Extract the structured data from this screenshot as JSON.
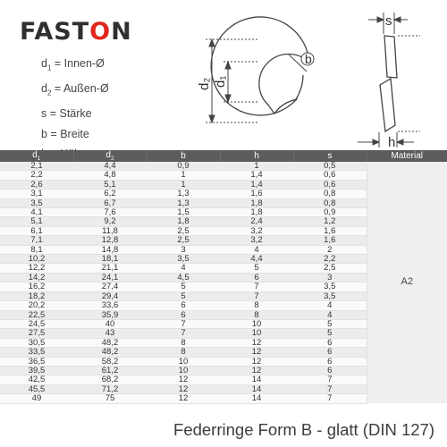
{
  "logo": {
    "text_before": "FAST",
    "accent_char": "O",
    "text_after": "N"
  },
  "legend": [
    {
      "sym": "d",
      "sub": "1",
      "text": " = Innen-Ø"
    },
    {
      "sym": "d",
      "sub": "2",
      "text": " = Außen-Ø"
    },
    {
      "sym": "s",
      "sub": "",
      "text": " = Stärke"
    },
    {
      "sym": "b",
      "sub": "",
      "text": " = Breite"
    },
    {
      "sym": "h",
      "sub": "",
      "text": " = Höhe"
    }
  ],
  "drawing_labels": {
    "d2": "d₂",
    "d1": "d₁",
    "b": "b",
    "s": "s",
    "h": "h"
  },
  "table": {
    "headers": [
      {
        "text": "d",
        "sub": "1"
      },
      {
        "text": "d",
        "sub": "2"
      },
      {
        "text": "b",
        "sub": ""
      },
      {
        "text": "h",
        "sub": ""
      },
      {
        "text": "s",
        "sub": ""
      },
      {
        "text": "Material",
        "sub": ""
      }
    ],
    "material": "A2",
    "rows": [
      [
        "2,1",
        "4,4",
        "0,9",
        "1",
        "0,5"
      ],
      [
        "2,2",
        "4,8",
        "1",
        "1,4",
        "0,6"
      ],
      [
        "2,6",
        "5,1",
        "1",
        "1,4",
        "0,6"
      ],
      [
        "3,1",
        "6,2",
        "1,3",
        "1,6",
        "0,8"
      ],
      [
        "3,5",
        "6,7",
        "1,3",
        "1,8",
        "0,8"
      ],
      [
        "4,1",
        "7,6",
        "1,5",
        "1,8",
        "0,9"
      ],
      [
        "5,1",
        "9,2",
        "1,8",
        "2,4",
        "1,2"
      ],
      [
        "6,1",
        "11,8",
        "2,5",
        "3,2",
        "1,6"
      ],
      [
        "7,1",
        "12,8",
        "2,5",
        "3,2",
        "1,6"
      ],
      [
        "8,1",
        "14,8",
        "3",
        "4",
        "2"
      ],
      [
        "10,2",
        "18,1",
        "3,5",
        "4,4",
        "2,2"
      ],
      [
        "12,2",
        "21,1",
        "4",
        "5",
        "2,5"
      ],
      [
        "14,2",
        "24,1",
        "4,5",
        "6",
        "3"
      ],
      [
        "16,2",
        "27,4",
        "5",
        "7",
        "3,5"
      ],
      [
        "18,2",
        "29,4",
        "5",
        "7",
        "3,5"
      ],
      [
        "20,2",
        "33,6",
        "6",
        "8",
        "4"
      ],
      [
        "22,5",
        "35,9",
        "6",
        "8",
        "4"
      ],
      [
        "24,5",
        "40",
        "7",
        "10",
        "5"
      ],
      [
        "27,5",
        "43",
        "7",
        "10",
        "5"
      ],
      [
        "30,5",
        "48,2",
        "8",
        "12",
        "6"
      ],
      [
        "33,5",
        "48,2",
        "8",
        "12",
        "6"
      ],
      [
        "36,5",
        "58,2",
        "10",
        "12",
        "6"
      ],
      [
        "39,5",
        "61,2",
        "10",
        "12",
        "6"
      ],
      [
        "42,5",
        "68,2",
        "12",
        "14",
        "7"
      ],
      [
        "45,5",
        "71,2",
        "12",
        "14",
        "7"
      ],
      [
        "49",
        "75",
        "12",
        "14",
        "7"
      ]
    ]
  },
  "caption": "Federringe Form B - glatt (DIN 127)",
  "colors": {
    "accent": "#e0281f",
    "header_bg": "#5c5c5c"
  }
}
